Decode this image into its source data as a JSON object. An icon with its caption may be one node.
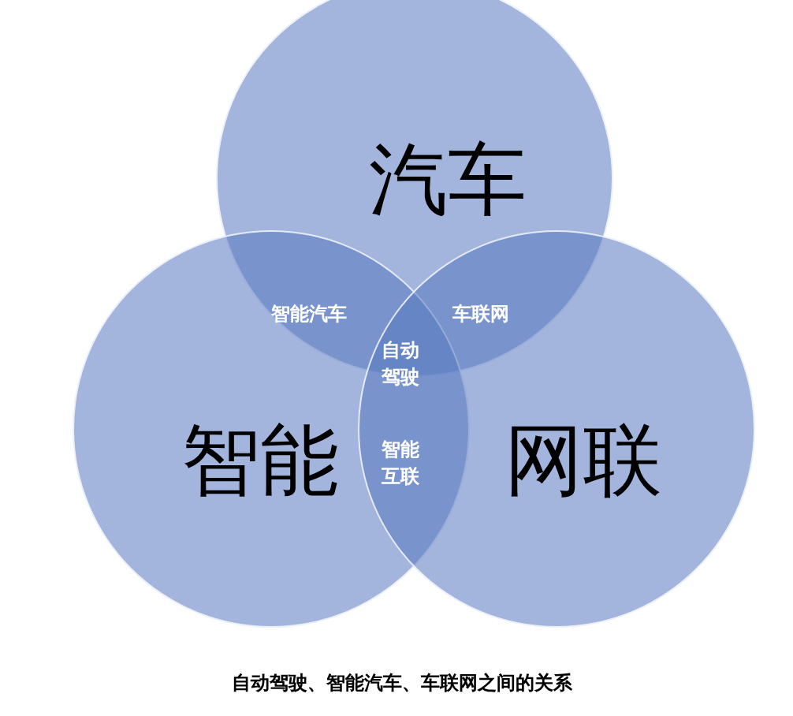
{
  "diagram": {
    "caption": "自动驾驶、智能汽车、车联网之间的关系",
    "nodes": [
      {
        "text": [
          "汽车"
        ]
      },
      {
        "text": [
          "智能"
        ]
      },
      {
        "text": [
          "网联"
        ]
      }
    ],
    "labels": [
      "智能汽车",
      "车联网",
      "自动驾驶",
      "智能互联"
    ]
  }
}
